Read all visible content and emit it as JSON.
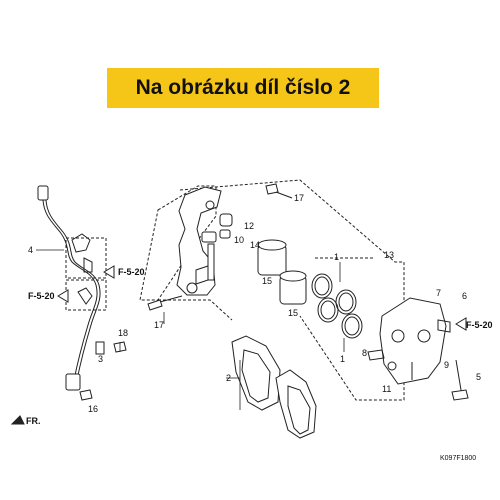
{
  "banner": {
    "text": "Na obrázku díl číslo 2"
  },
  "diagram": {
    "part_numbers": [
      "1",
      "2",
      "3",
      "4",
      "5",
      "6",
      "7",
      "8",
      "9",
      "10",
      "11",
      "12",
      "13",
      "14",
      "15",
      "16",
      "17",
      "18"
    ],
    "refs": {
      "ref_a": "F-5-20",
      "ref_b": "F-5-20",
      "ref_c": "F-5-20"
    },
    "front_arrow": "FR.",
    "drawing_code": "K097F1800",
    "labels": {
      "l1a": "1",
      "l1b": "1",
      "l2": "2",
      "l3": "3",
      "l4": "4",
      "l5": "5",
      "l6": "6",
      "l7": "7",
      "l8": "8",
      "l9": "9",
      "l10": "10",
      "l11": "11",
      "l12": "12",
      "l13": "13",
      "l14": "14",
      "l15a": "15",
      "l15b": "15",
      "l16": "16",
      "l17a": "17",
      "l17b": "17",
      "l18": "18"
    }
  }
}
